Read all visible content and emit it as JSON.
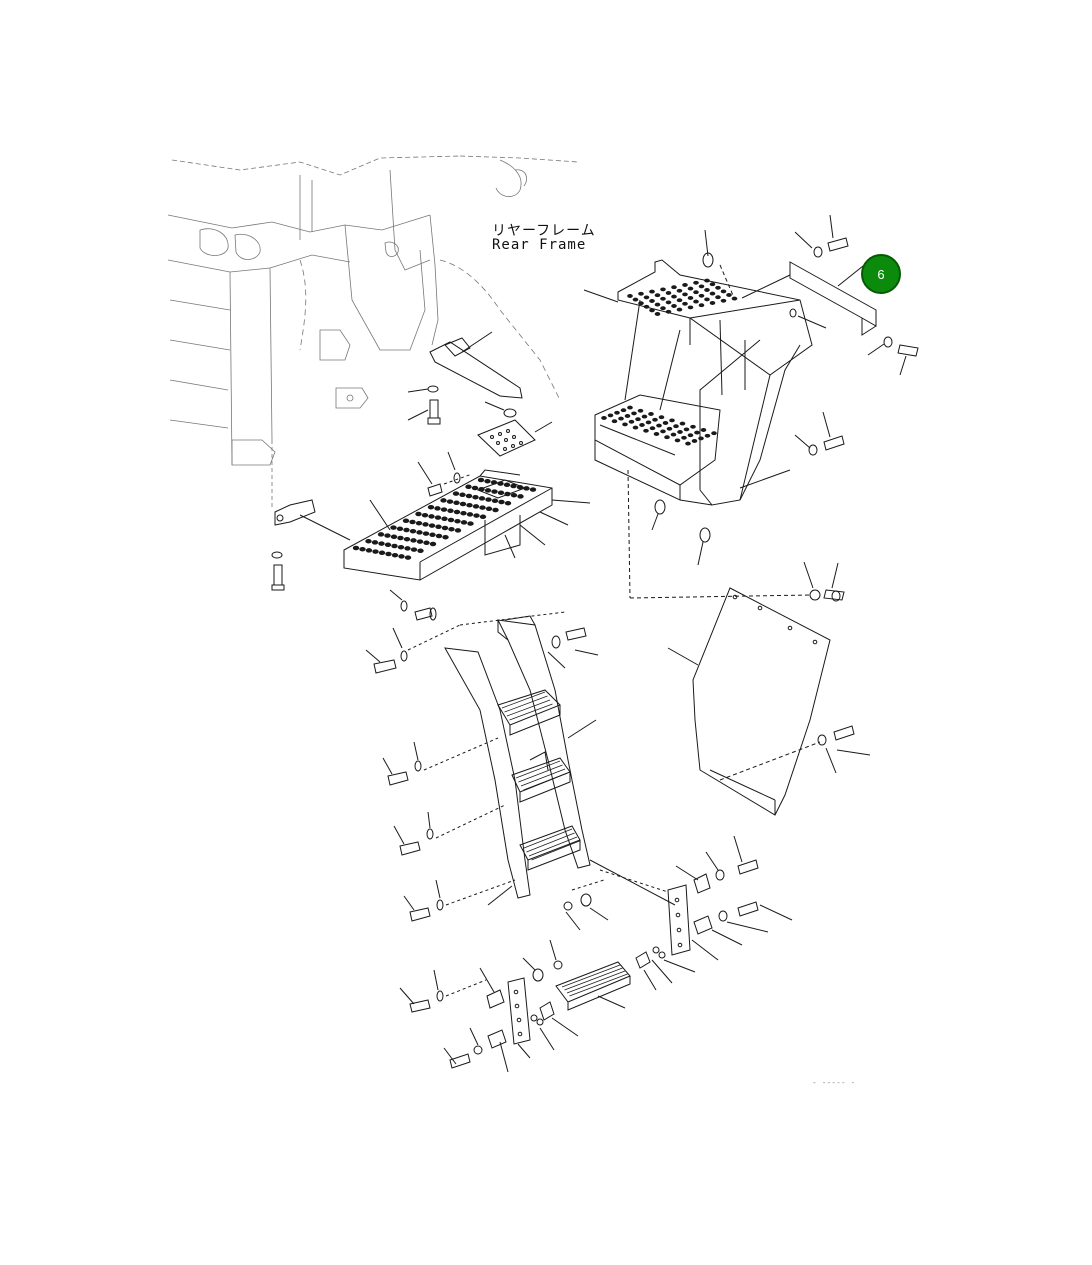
{
  "diagram": {
    "frame_label_jp": "リヤーフレーム",
    "frame_label_en": "Rear Frame",
    "callout": {
      "label": "6",
      "color": "#0b8a0b",
      "border": "#055a05"
    },
    "footer_code": "- ----- -"
  }
}
